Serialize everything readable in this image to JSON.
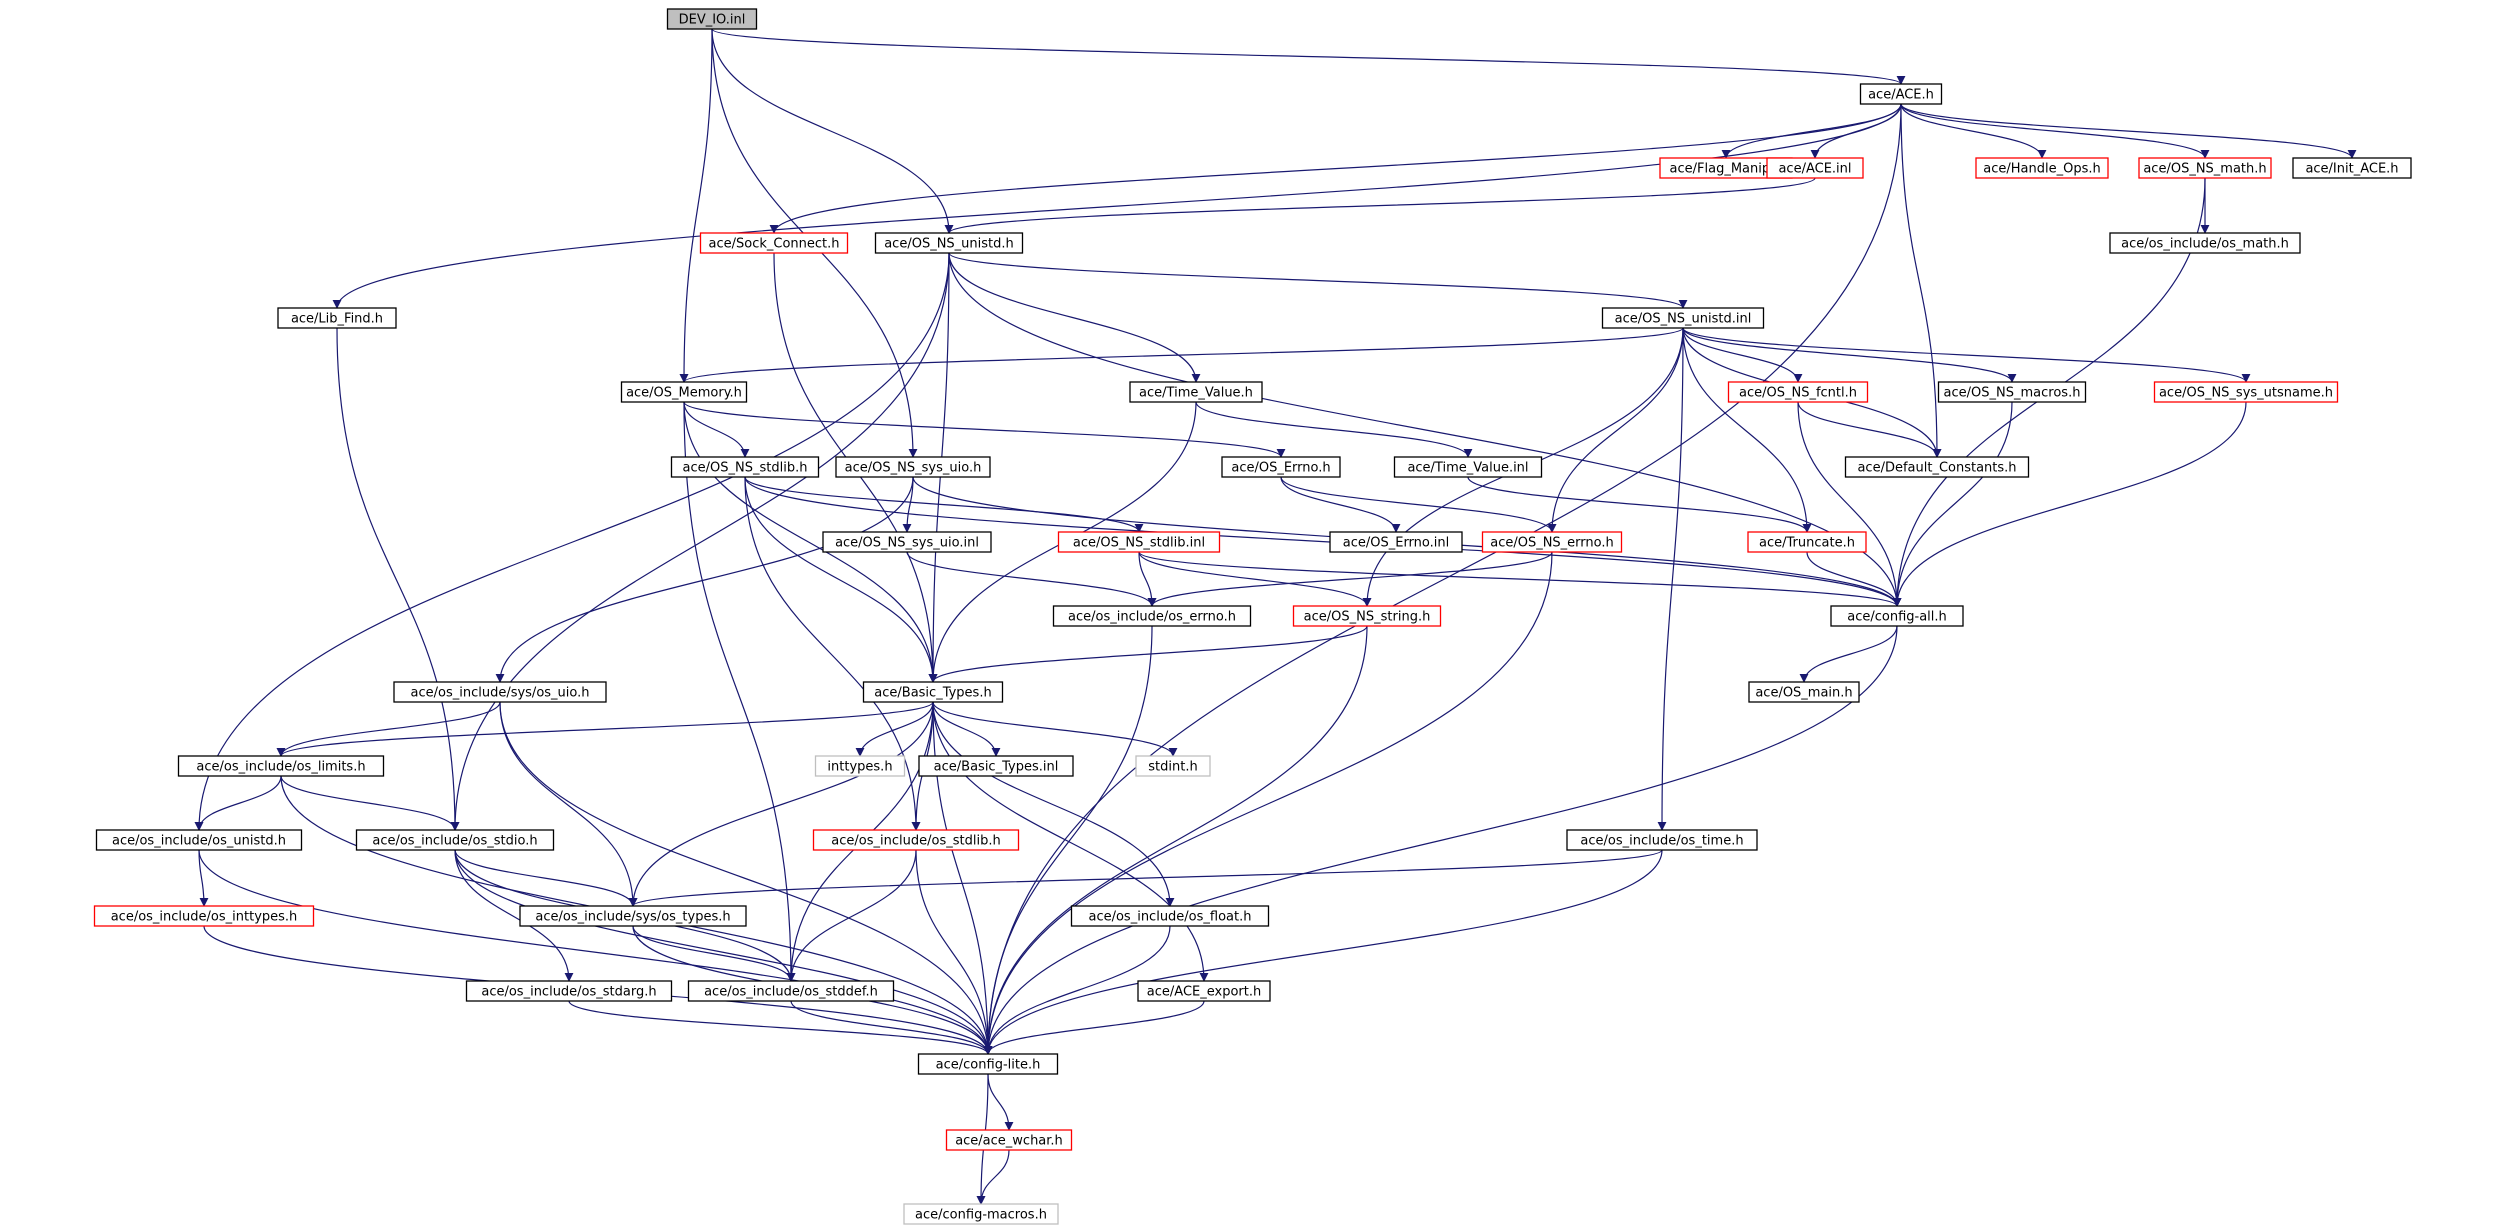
{
  "colors": {
    "edge": "#191970",
    "border_normal": "#000000",
    "border_truncated": "#ff0000",
    "border_external": "#bfbfbf",
    "fill_root": "#bfbfbf",
    "fill_normal": "#ffffff"
  },
  "nodes": [
    {
      "id": "dev_io_inl",
      "label": "DEV_IO.inl",
      "kind": "root"
    },
    {
      "id": "ace_h",
      "label": "ace/ACE.h",
      "kind": "normal"
    },
    {
      "id": "flag_manip_h",
      "label": "ace/Flag_Manip.h",
      "kind": "truncated"
    },
    {
      "id": "ace_inl",
      "label": "ace/ACE.inl",
      "kind": "truncated"
    },
    {
      "id": "handle_ops_h",
      "label": "ace/Handle_Ops.h",
      "kind": "truncated"
    },
    {
      "id": "os_ns_math_h",
      "label": "ace/OS_NS_math.h",
      "kind": "truncated"
    },
    {
      "id": "init_ace_h",
      "label": "ace/Init_ACE.h",
      "kind": "normal"
    },
    {
      "id": "sock_connect_h",
      "label": "ace/Sock_Connect.h",
      "kind": "truncated"
    },
    {
      "id": "os_ns_unistd_h",
      "label": "ace/OS_NS_unistd.h",
      "kind": "normal"
    },
    {
      "id": "os_include_os_math_h",
      "label": "ace/os_include/os_math.h",
      "kind": "normal"
    },
    {
      "id": "lib_find_h",
      "label": "ace/Lib_Find.h",
      "kind": "normal"
    },
    {
      "id": "os_ns_unistd_inl",
      "label": "ace/OS_NS_unistd.inl",
      "kind": "normal"
    },
    {
      "id": "os_memory_h",
      "label": "ace/OS_Memory.h",
      "kind": "normal"
    },
    {
      "id": "time_value_h",
      "label": "ace/Time_Value.h",
      "kind": "normal"
    },
    {
      "id": "os_ns_fcntl_h",
      "label": "ace/OS_NS_fcntl.h",
      "kind": "truncated"
    },
    {
      "id": "os_ns_macros_h",
      "label": "ace/OS_NS_macros.h",
      "kind": "normal"
    },
    {
      "id": "os_ns_sys_utsname_h",
      "label": "ace/OS_NS_sys_utsname.h",
      "kind": "truncated"
    },
    {
      "id": "os_ns_stdlib_h",
      "label": "ace/OS_NS_stdlib.h",
      "kind": "normal"
    },
    {
      "id": "os_ns_sys_uio_h",
      "label": "ace/OS_NS_sys_uio.h",
      "kind": "normal"
    },
    {
      "id": "os_errno_h",
      "label": "ace/OS_Errno.h",
      "kind": "normal"
    },
    {
      "id": "time_value_inl",
      "label": "ace/Time_Value.inl",
      "kind": "normal"
    },
    {
      "id": "default_constants_h",
      "label": "ace/Default_Constants.h",
      "kind": "normal"
    },
    {
      "id": "os_ns_sys_uio_inl",
      "label": "ace/OS_NS_sys_uio.inl",
      "kind": "normal"
    },
    {
      "id": "os_ns_stdlib_inl",
      "label": "ace/OS_NS_stdlib.inl",
      "kind": "truncated"
    },
    {
      "id": "os_errno_inl",
      "label": "ace/OS_Errno.inl",
      "kind": "normal"
    },
    {
      "id": "os_ns_errno_h",
      "label": "ace/OS_NS_errno.h",
      "kind": "truncated"
    },
    {
      "id": "truncate_h",
      "label": "ace/Truncate.h",
      "kind": "truncated"
    },
    {
      "id": "os_include_os_errno_h",
      "label": "ace/os_include/os_errno.h",
      "kind": "normal"
    },
    {
      "id": "os_ns_string_h",
      "label": "ace/OS_NS_string.h",
      "kind": "truncated"
    },
    {
      "id": "config_all_h",
      "label": "ace/config-all.h",
      "kind": "normal"
    },
    {
      "id": "os_include_sys_os_uio_h",
      "label": "ace/os_include/sys/os_uio.h",
      "kind": "normal"
    },
    {
      "id": "basic_types_h",
      "label": "ace/Basic_Types.h",
      "kind": "normal"
    },
    {
      "id": "os_main_h",
      "label": "ace/OS_main.h",
      "kind": "normal"
    },
    {
      "id": "os_include_os_limits_h",
      "label": "ace/os_include/os_limits.h",
      "kind": "normal"
    },
    {
      "id": "inttypes_h",
      "label": "inttypes.h",
      "kind": "external"
    },
    {
      "id": "basic_types_inl",
      "label": "ace/Basic_Types.inl",
      "kind": "normal"
    },
    {
      "id": "stdint_h",
      "label": "stdint.h",
      "kind": "external"
    },
    {
      "id": "os_include_os_unistd_h",
      "label": "ace/os_include/os_unistd.h",
      "kind": "normal"
    },
    {
      "id": "os_include_os_stdio_h",
      "label": "ace/os_include/os_stdio.h",
      "kind": "normal"
    },
    {
      "id": "os_include_os_stdlib_h",
      "label": "ace/os_include/os_stdlib.h",
      "kind": "truncated"
    },
    {
      "id": "os_include_os_time_h",
      "label": "ace/os_include/os_time.h",
      "kind": "normal"
    },
    {
      "id": "os_include_os_inttypes_h",
      "label": "ace/os_include/os_inttypes.h",
      "kind": "truncated"
    },
    {
      "id": "os_include_sys_os_types_h",
      "label": "ace/os_include/sys/os_types.h",
      "kind": "normal"
    },
    {
      "id": "os_include_os_float_h",
      "label": "ace/os_include/os_float.h",
      "kind": "normal"
    },
    {
      "id": "os_include_os_stdarg_h",
      "label": "ace/os_include/os_stdarg.h",
      "kind": "normal"
    },
    {
      "id": "os_include_os_stddef_h",
      "label": "ace/os_include/os_stddef.h",
      "kind": "normal"
    },
    {
      "id": "ace_export_h",
      "label": "ace/ACE_export.h",
      "kind": "normal"
    },
    {
      "id": "config_lite_h",
      "label": "ace/config-lite.h",
      "kind": "normal"
    },
    {
      "id": "ace_wchar_h",
      "label": "ace/ace_wchar.h",
      "kind": "truncated"
    },
    {
      "id": "config_macros_h",
      "label": "ace/config-macros.h",
      "kind": "external"
    }
  ],
  "edges": [
    [
      "dev_io_inl",
      "ace_h"
    ],
    [
      "dev_io_inl",
      "os_ns_unistd_h"
    ],
    [
      "dev_io_inl",
      "os_memory_h"
    ],
    [
      "dev_io_inl",
      "os_ns_sys_uio_h"
    ],
    [
      "ace_h",
      "flag_manip_h"
    ],
    [
      "ace_h",
      "ace_inl"
    ],
    [
      "ace_h",
      "handle_ops_h"
    ],
    [
      "ace_h",
      "os_ns_math_h"
    ],
    [
      "ace_h",
      "init_ace_h"
    ],
    [
      "ace_h",
      "sock_connect_h"
    ],
    [
      "ace_h",
      "lib_find_h"
    ],
    [
      "ace_h",
      "default_constants_h"
    ],
    [
      "ace_h",
      "config_lite_h"
    ],
    [
      "ace_inl",
      "os_ns_unistd_h"
    ],
    [
      "os_ns_math_h",
      "os_include_os_math_h"
    ],
    [
      "os_ns_math_h",
      "config_all_h"
    ],
    [
      "sock_connect_h",
      "basic_types_h"
    ],
    [
      "lib_find_h",
      "os_include_os_stdio_h"
    ],
    [
      "os_ns_unistd_h",
      "os_ns_unistd_inl"
    ],
    [
      "os_ns_unistd_h",
      "time_value_h"
    ],
    [
      "os_ns_unistd_h",
      "basic_types_h"
    ],
    [
      "os_ns_unistd_h",
      "os_include_os_unistd_h"
    ],
    [
      "os_ns_unistd_h",
      "os_include_os_stdio_h"
    ],
    [
      "os_ns_unistd_h",
      "config_all_h"
    ],
    [
      "os_ns_unistd_inl",
      "os_memory_h"
    ],
    [
      "os_ns_unistd_inl",
      "os_ns_fcntl_h"
    ],
    [
      "os_ns_unistd_inl",
      "os_ns_macros_h"
    ],
    [
      "os_ns_unistd_inl",
      "os_ns_sys_utsname_h"
    ],
    [
      "os_ns_unistd_inl",
      "default_constants_h"
    ],
    [
      "os_ns_unistd_inl",
      "truncate_h"
    ],
    [
      "os_ns_unistd_inl",
      "os_ns_errno_h"
    ],
    [
      "os_ns_unistd_inl",
      "os_ns_string_h"
    ],
    [
      "os_ns_unistd_inl",
      "os_include_os_time_h"
    ],
    [
      "os_memory_h",
      "os_errno_h"
    ],
    [
      "os_memory_h",
      "os_ns_stdlib_h"
    ],
    [
      "os_memory_h",
      "basic_types_h"
    ],
    [
      "os_memory_h",
      "os_include_os_stddef_h"
    ],
    [
      "time_value_h",
      "time_value_inl"
    ],
    [
      "time_value_h",
      "basic_types_h"
    ],
    [
      "os_ns_fcntl_h",
      "default_constants_h"
    ],
    [
      "os_ns_fcntl_h",
      "config_all_h"
    ],
    [
      "os_ns_macros_h",
      "config_all_h"
    ],
    [
      "os_ns_sys_utsname_h",
      "config_all_h"
    ],
    [
      "os_ns_stdlib_h",
      "os_ns_stdlib_inl"
    ],
    [
      "os_ns_stdlib_h",
      "basic_types_h"
    ],
    [
      "os_ns_stdlib_h",
      "os_include_os_stdlib_h"
    ],
    [
      "os_ns_stdlib_h",
      "config_all_h"
    ],
    [
      "os_ns_sys_uio_h",
      "os_ns_sys_uio_inl"
    ],
    [
      "os_ns_sys_uio_h",
      "os_include_sys_os_uio_h"
    ],
    [
      "os_ns_sys_uio_h",
      "config_all_h"
    ],
    [
      "os_errno_h",
      "os_errno_inl"
    ],
    [
      "os_errno_h",
      "os_ns_errno_h"
    ],
    [
      "time_value_inl",
      "truncate_h"
    ],
    [
      "os_ns_sys_uio_inl",
      "os_include_os_errno_h"
    ],
    [
      "os_ns_stdlib_inl",
      "os_include_os_errno_h"
    ],
    [
      "os_ns_stdlib_inl",
      "os_ns_string_h"
    ],
    [
      "os_ns_stdlib_inl",
      "config_all_h"
    ],
    [
      "os_ns_errno_h",
      "os_include_os_errno_h"
    ],
    [
      "os_ns_errno_h",
      "config_lite_h"
    ],
    [
      "truncate_h",
      "config_all_h"
    ],
    [
      "os_include_os_errno_h",
      "config_lite_h"
    ],
    [
      "os_ns_string_h",
      "basic_types_h"
    ],
    [
      "os_ns_string_h",
      "config_lite_h"
    ],
    [
      "config_all_h",
      "os_main_h"
    ],
    [
      "config_all_h",
      "config_lite_h"
    ],
    [
      "os_include_sys_os_uio_h",
      "os_include_os_limits_h"
    ],
    [
      "os_include_sys_os_uio_h",
      "os_include_sys_os_types_h"
    ],
    [
      "os_include_sys_os_uio_h",
      "config_lite_h"
    ],
    [
      "basic_types_h",
      "os_include_os_limits_h"
    ],
    [
      "basic_types_h",
      "inttypes_h"
    ],
    [
      "basic_types_h",
      "basic_types_inl"
    ],
    [
      "basic_types_h",
      "stdint_h"
    ],
    [
      "basic_types_h",
      "os_include_os_stdlib_h"
    ],
    [
      "basic_types_h",
      "os_include_sys_os_types_h"
    ],
    [
      "basic_types_h",
      "os_include_os_stddef_h"
    ],
    [
      "basic_types_h",
      "os_include_os_float_h"
    ],
    [
      "basic_types_h",
      "ace_export_h"
    ],
    [
      "basic_types_h",
      "config_lite_h"
    ],
    [
      "os_include_os_limits_h",
      "os_include_os_unistd_h"
    ],
    [
      "os_include_os_limits_h",
      "os_include_os_stdio_h"
    ],
    [
      "os_include_os_limits_h",
      "config_lite_h"
    ],
    [
      "os_include_os_unistd_h",
      "os_include_os_inttypes_h"
    ],
    [
      "os_include_os_unistd_h",
      "config_lite_h"
    ],
    [
      "os_include_os_stdio_h",
      "os_include_sys_os_types_h"
    ],
    [
      "os_include_os_stdio_h",
      "os_include_os_stdarg_h"
    ],
    [
      "os_include_os_stdio_h",
      "os_include_os_stddef_h"
    ],
    [
      "os_include_os_stdio_h",
      "config_lite_h"
    ],
    [
      "os_include_os_stdlib_h",
      "os_include_os_stddef_h"
    ],
    [
      "os_include_os_stdlib_h",
      "config_lite_h"
    ],
    [
      "os_include_os_time_h",
      "os_include_sys_os_types_h"
    ],
    [
      "os_include_os_time_h",
      "config_lite_h"
    ],
    [
      "os_include_os_inttypes_h",
      "config_lite_h"
    ],
    [
      "os_include_sys_os_types_h",
      "os_include_os_stddef_h"
    ],
    [
      "os_include_sys_os_types_h",
      "config_lite_h"
    ],
    [
      "os_include_os_float_h",
      "config_lite_h"
    ],
    [
      "os_include_os_stdarg_h",
      "config_lite_h"
    ],
    [
      "os_include_os_stddef_h",
      "config_lite_h"
    ],
    [
      "ace_export_h",
      "config_lite_h"
    ],
    [
      "config_lite_h",
      "ace_wchar_h"
    ],
    [
      "config_lite_h",
      "config_macros_h"
    ],
    [
      "ace_wchar_h",
      "config_macros_h"
    ]
  ]
}
